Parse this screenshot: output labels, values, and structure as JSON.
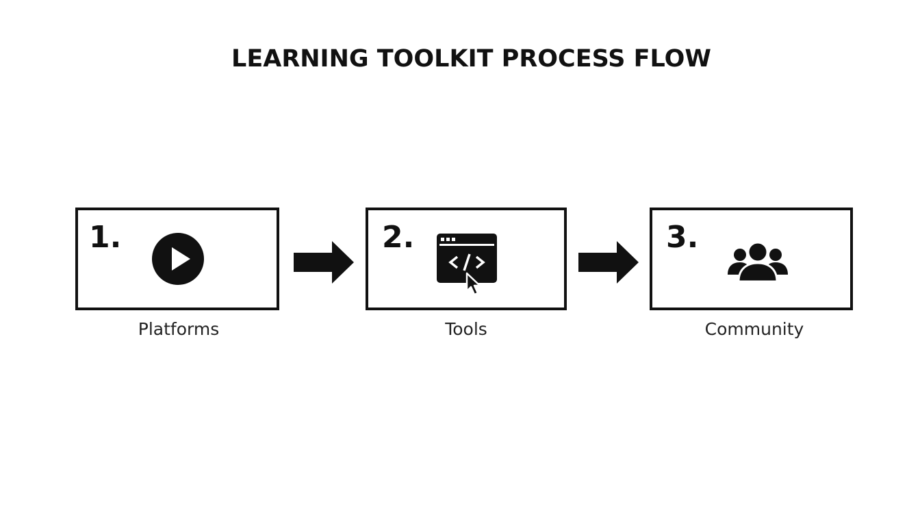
{
  "title": "LEARNING TOOLKIT PROCESS FLOW",
  "steps": [
    {
      "number": "1.",
      "label": "Platforms",
      "icon": "play-icon"
    },
    {
      "number": "2.",
      "label": "Tools",
      "icon": "code-window-icon"
    },
    {
      "number": "3.",
      "label": "Community",
      "icon": "people-group-icon"
    }
  ],
  "colors": {
    "stroke": "#111111",
    "background": "#ffffff"
  }
}
